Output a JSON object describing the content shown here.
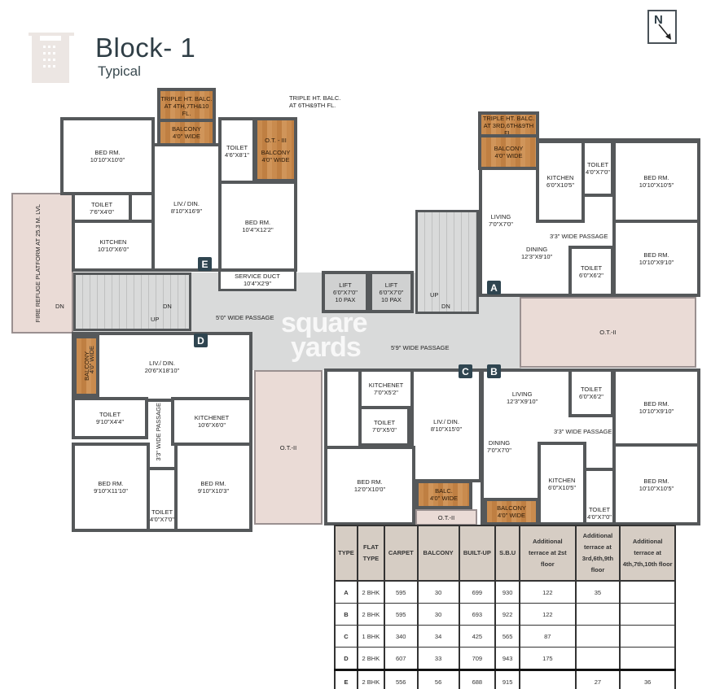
{
  "header": {
    "title": "Block- 1",
    "subtitle": "Typical",
    "logo_icon": "building-icon"
  },
  "compass": {
    "label": "N",
    "icon": "north-arrow-icon"
  },
  "watermark": {
    "line1": "square",
    "line2": "yards"
  },
  "colors": {
    "wall": "#55585a",
    "balcony": "#c98b4e",
    "open_terrace": "#eadbd6",
    "passage": "#d9dada",
    "badge": "#2f4550",
    "table_header": "#d6cdc4"
  },
  "common": {
    "fire_refuge": "FIRE REFUGE PLATFORM AT 25.3 M. LVL",
    "passage_5_0": "5'0\" WIDE PASSAGE",
    "passage_5_9": "5'9\" WIDE PASSAGE",
    "lift1": {
      "n": "LIFT",
      "s": "6'0\"x7'0\"",
      "p": "10 PAX"
    },
    "lift2": {
      "n": "LIFT",
      "s": "6'0\"x7'0\"",
      "p": "10 PAX"
    },
    "up": "UP",
    "dn": "DN",
    "service_duct": {
      "n": "SERVICE DUCT",
      "s": "10'4\"X2'9\""
    },
    "ot2": "O.T.-II"
  },
  "units": {
    "E": {
      "badge": "E",
      "triple_balc": "TRIPLE HT. BALC. AT 4TH,7TH&10 FL.",
      "balcony": {
        "n": "BALCONY",
        "s": "4'0\" WIDE"
      },
      "bed1": {
        "n": "BED RM.",
        "s": "10'10\"X10'0\""
      },
      "toilet1": {
        "n": "TOILET",
        "s": "7'6\"X4'0\""
      },
      "kitchen": {
        "n": "KITCHEN",
        "s": "10'10\"X6'0\""
      },
      "living": {
        "n": "LIV./ DIN.",
        "s": "8'10\"X16'9\""
      },
      "toilet2": {
        "n": "TOILET",
        "s": "4'6\"X8'1\""
      },
      "ot3": "O.T. - III",
      "balcony2": {
        "n": "BALCONY",
        "s": "4'0\" WIDE"
      },
      "triple_balc2": "TRIPLE HT. BALC. AT 6TH&9TH FL.",
      "bed2": {
        "n": "BED RM.",
        "s": "10'4\"X12'2\""
      }
    },
    "D": {
      "badge": "D",
      "balcony": {
        "n": "BALCONY",
        "s": "4'0\" WIDE"
      },
      "living": {
        "n": "LIV./ DIN.",
        "s": "20'6\"X18'10\""
      },
      "toilet1": {
        "n": "TOILET",
        "s": "9'10\"X4'4\""
      },
      "kitchen": {
        "n": "KITCHENET",
        "s": "10'6\"X6'0\""
      },
      "passage": "3'3\" WIDE PASSAGE",
      "bed1": {
        "n": "BED RM.",
        "s": "9'10\"X11'10\""
      },
      "toilet2": {
        "n": "TOILET",
        "s": "4'0\"X7'0\""
      },
      "bed2": {
        "n": "BED RM.",
        "s": "9'10\"X10'3\""
      }
    },
    "C": {
      "badge": "C",
      "kitchen": {
        "n": "KITCHENET",
        "s": "7'0\"X5'2\""
      },
      "toilet": {
        "n": "TOILET",
        "s": "7'0\"X5'0\""
      },
      "living": {
        "n": "LIV./ DIN.",
        "s": "8'10\"X15'0\""
      },
      "bed": {
        "n": "BED RM.",
        "s": "12'0\"X10'0\""
      },
      "balcony": {
        "n": "BALC.",
        "s": "4'0\" WIDE"
      },
      "ot2": "O.T.-II"
    },
    "B": {
      "badge": "B",
      "living": {
        "n": "LIVING",
        "s": "12'3\"X9'10\""
      },
      "toilet1": {
        "n": "TOILET",
        "s": "6'0\"X6'2\""
      },
      "bed1": {
        "n": "BED RM.",
        "s": "10'10\"X9'10\""
      },
      "passage": "3'3\" WIDE PASSAGE",
      "dining": {
        "n": "DINING",
        "s": "7'0\"X7'0\""
      },
      "kitchen": {
        "n": "KITCHEN",
        "s": "6'0\"X10'5\""
      },
      "toilet2": {
        "n": "TOILET",
        "s": "4'0\"X7'0\""
      },
      "bed2": {
        "n": "BED RM.",
        "s": "10'10\"X10'5\""
      },
      "balcony": {
        "n": "BALCONY",
        "s": "4'0\" WIDE"
      }
    },
    "A": {
      "badge": "A",
      "triple_balc": "TRIPLE HT. BALC. AT 3RD,6TH&9TH FL.",
      "balcony": {
        "n": "BALCONY",
        "s": "4'0\" WIDE"
      },
      "living": {
        "n": "LIVING",
        "s": "7'0\"X7'0\""
      },
      "kitchen": {
        "n": "KITCHEN",
        "s": "6'0\"X10'5\""
      },
      "toilet1": {
        "n": "TOILET",
        "s": "4'0\"X7'0\""
      },
      "bed1": {
        "n": "BED RM.",
        "s": "10'10\"X10'5\""
      },
      "passage": "3'3\" WIDE PASSAGE",
      "dining": {
        "n": "DINING",
        "s": "12'3\"X9'10\""
      },
      "toilet2": {
        "n": "TOILET",
        "s": "6'0\"X6'2\""
      },
      "bed2": {
        "n": "BED RM.",
        "s": "10'10\"X9'10\""
      }
    }
  },
  "table": {
    "headers": [
      "TYPE",
      "FLAT TYPE",
      "CARPET",
      "BALCONY",
      "BUILT-UP",
      "S.B.U",
      "Additional terrace at 2st floor",
      "Additional terrace at 3rd,6th,9th floor",
      "Additional terrace at 4th,7th,10th floor"
    ],
    "rows": [
      [
        "A",
        "2 BHK",
        "595",
        "30",
        "699",
        "930",
        "122",
        "35",
        ""
      ],
      [
        "B",
        "2 BHK",
        "595",
        "30",
        "693",
        "922",
        "122",
        "",
        ""
      ],
      [
        "C",
        "1 BHK",
        "340",
        "34",
        "425",
        "565",
        "87",
        "",
        ""
      ],
      [
        "D",
        "2 BHK",
        "607",
        "33",
        "709",
        "943",
        "175",
        "",
        ""
      ],
      [
        "E",
        "2 BHK",
        "556",
        "56",
        "688",
        "915",
        "",
        "27",
        "36"
      ]
    ]
  }
}
